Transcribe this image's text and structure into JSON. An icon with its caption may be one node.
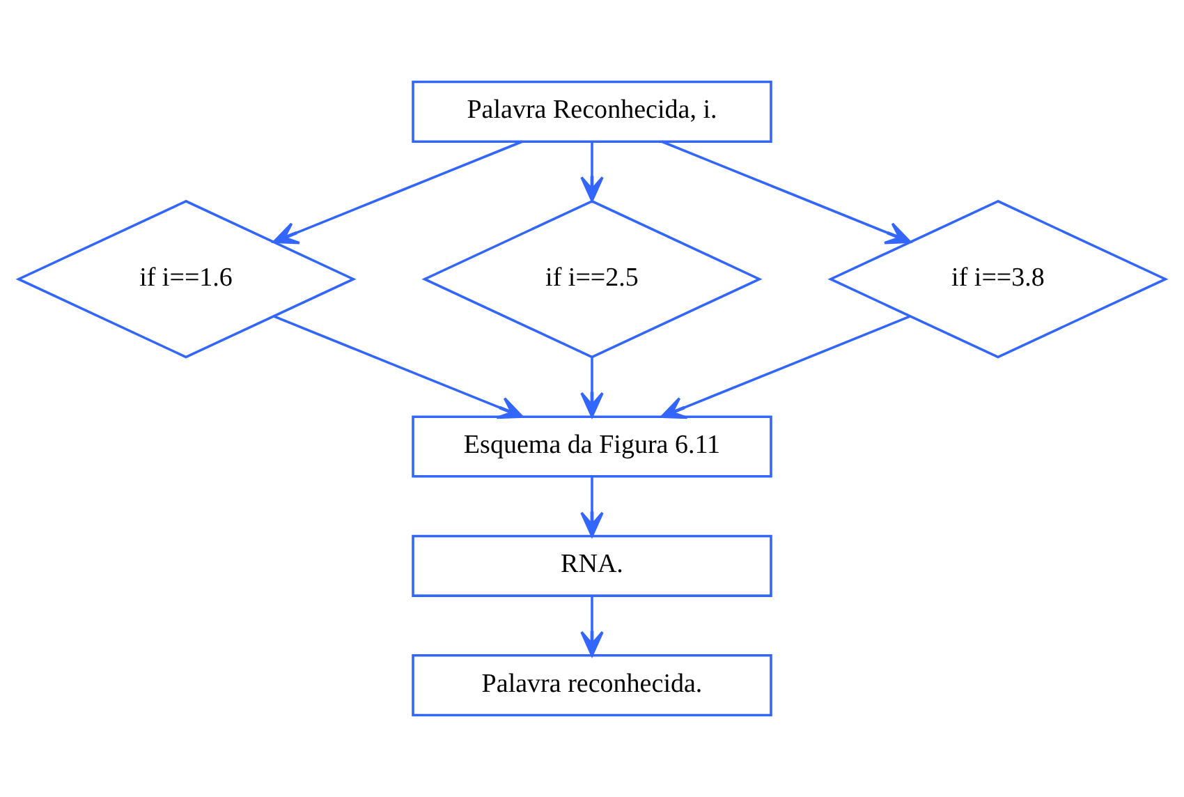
{
  "diagram": {
    "nodes": [
      {
        "text": [
          "Palavra Reconhecida, i."
        ]
      },
      {
        "text": [
          "if i==1.6"
        ]
      },
      {
        "text": [
          "if i==2.5"
        ]
      },
      {
        "text": [
          "if i==3.8"
        ]
      },
      {
        "text": [
          "Esquema da Figura 6.11"
        ]
      },
      {
        "text": [
          "RNA."
        ]
      },
      {
        "text": [
          "Palavra reconhecida."
        ]
      }
    ],
    "edges": [
      {
        "from": 0,
        "to": 1,
        "arrow": "to"
      },
      {
        "from": 0,
        "to": 2,
        "arrow": "to"
      },
      {
        "from": 0,
        "to": 3,
        "arrow": "to"
      },
      {
        "from": 1,
        "to": 4,
        "arrow": "to"
      },
      {
        "from": 2,
        "to": 4,
        "arrow": "to"
      },
      {
        "from": 3,
        "to": 4,
        "arrow": "to"
      },
      {
        "from": 4,
        "to": 5,
        "arrow": "to"
      },
      {
        "from": 5,
        "to": 6,
        "arrow": "to"
      }
    ]
  }
}
